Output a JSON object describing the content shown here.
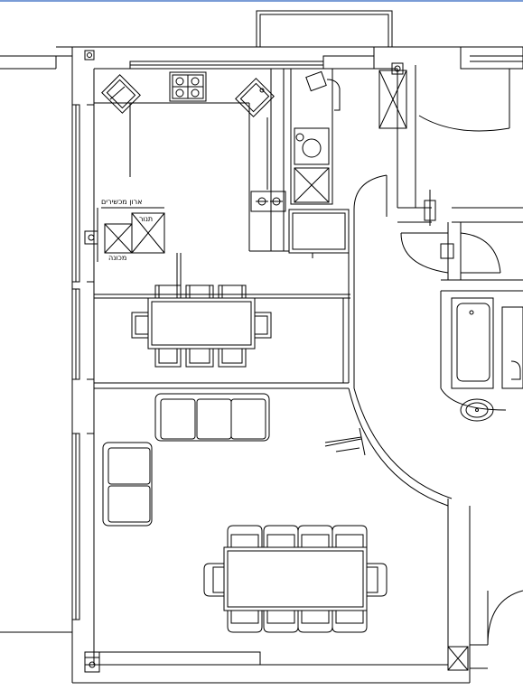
{
  "labels": {
    "appliance_cabinet": "ארון מכשירים",
    "oven": "תנור",
    "washer": "מכונה"
  },
  "colors": {
    "background": "#ffffff",
    "line": "#000000",
    "frame": "#7a9cd6"
  }
}
